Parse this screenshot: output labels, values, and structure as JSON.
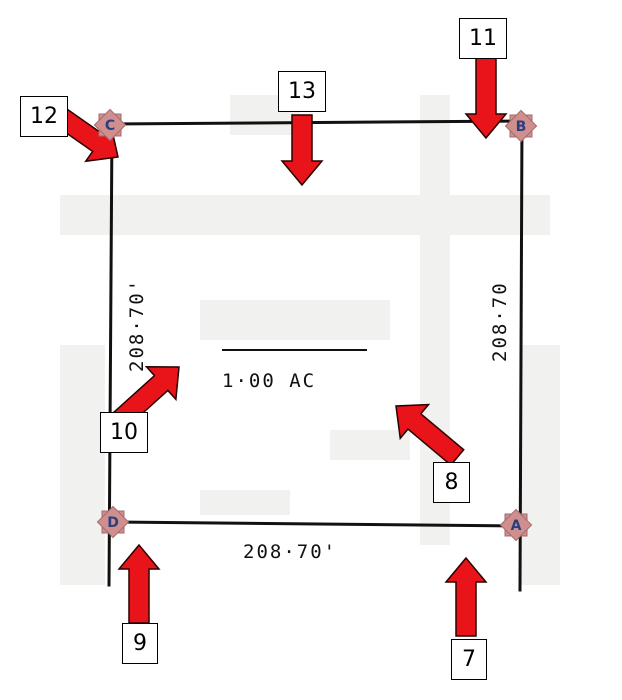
{
  "plat": {
    "area_label": "1·00 AC",
    "dimensions": {
      "top": "",
      "bottom": "208·70'",
      "left": "208·70'",
      "right": "208·70"
    }
  },
  "corners": [
    {
      "id": "A",
      "label": "A"
    },
    {
      "id": "B",
      "label": "B"
    },
    {
      "id": "C",
      "label": "C"
    },
    {
      "id": "D",
      "label": "D"
    }
  ],
  "callouts": [
    {
      "id": "7",
      "label": "7"
    },
    {
      "id": "8",
      "label": "8"
    },
    {
      "id": "9",
      "label": "9"
    },
    {
      "id": "10",
      "label": "10"
    },
    {
      "id": "11",
      "label": "11"
    },
    {
      "id": "12",
      "label": "12"
    },
    {
      "id": "13",
      "label": "13"
    }
  ],
  "colors": {
    "arrow_fill": "#e8141a",
    "arrow_stroke": "#2a0000",
    "marker_fill": "#cf8f8f",
    "marker_stroke": "#a46a6a",
    "corner_text": "#2b3f7f",
    "line": "#111111",
    "paper_smudge": "#eeeeec"
  }
}
